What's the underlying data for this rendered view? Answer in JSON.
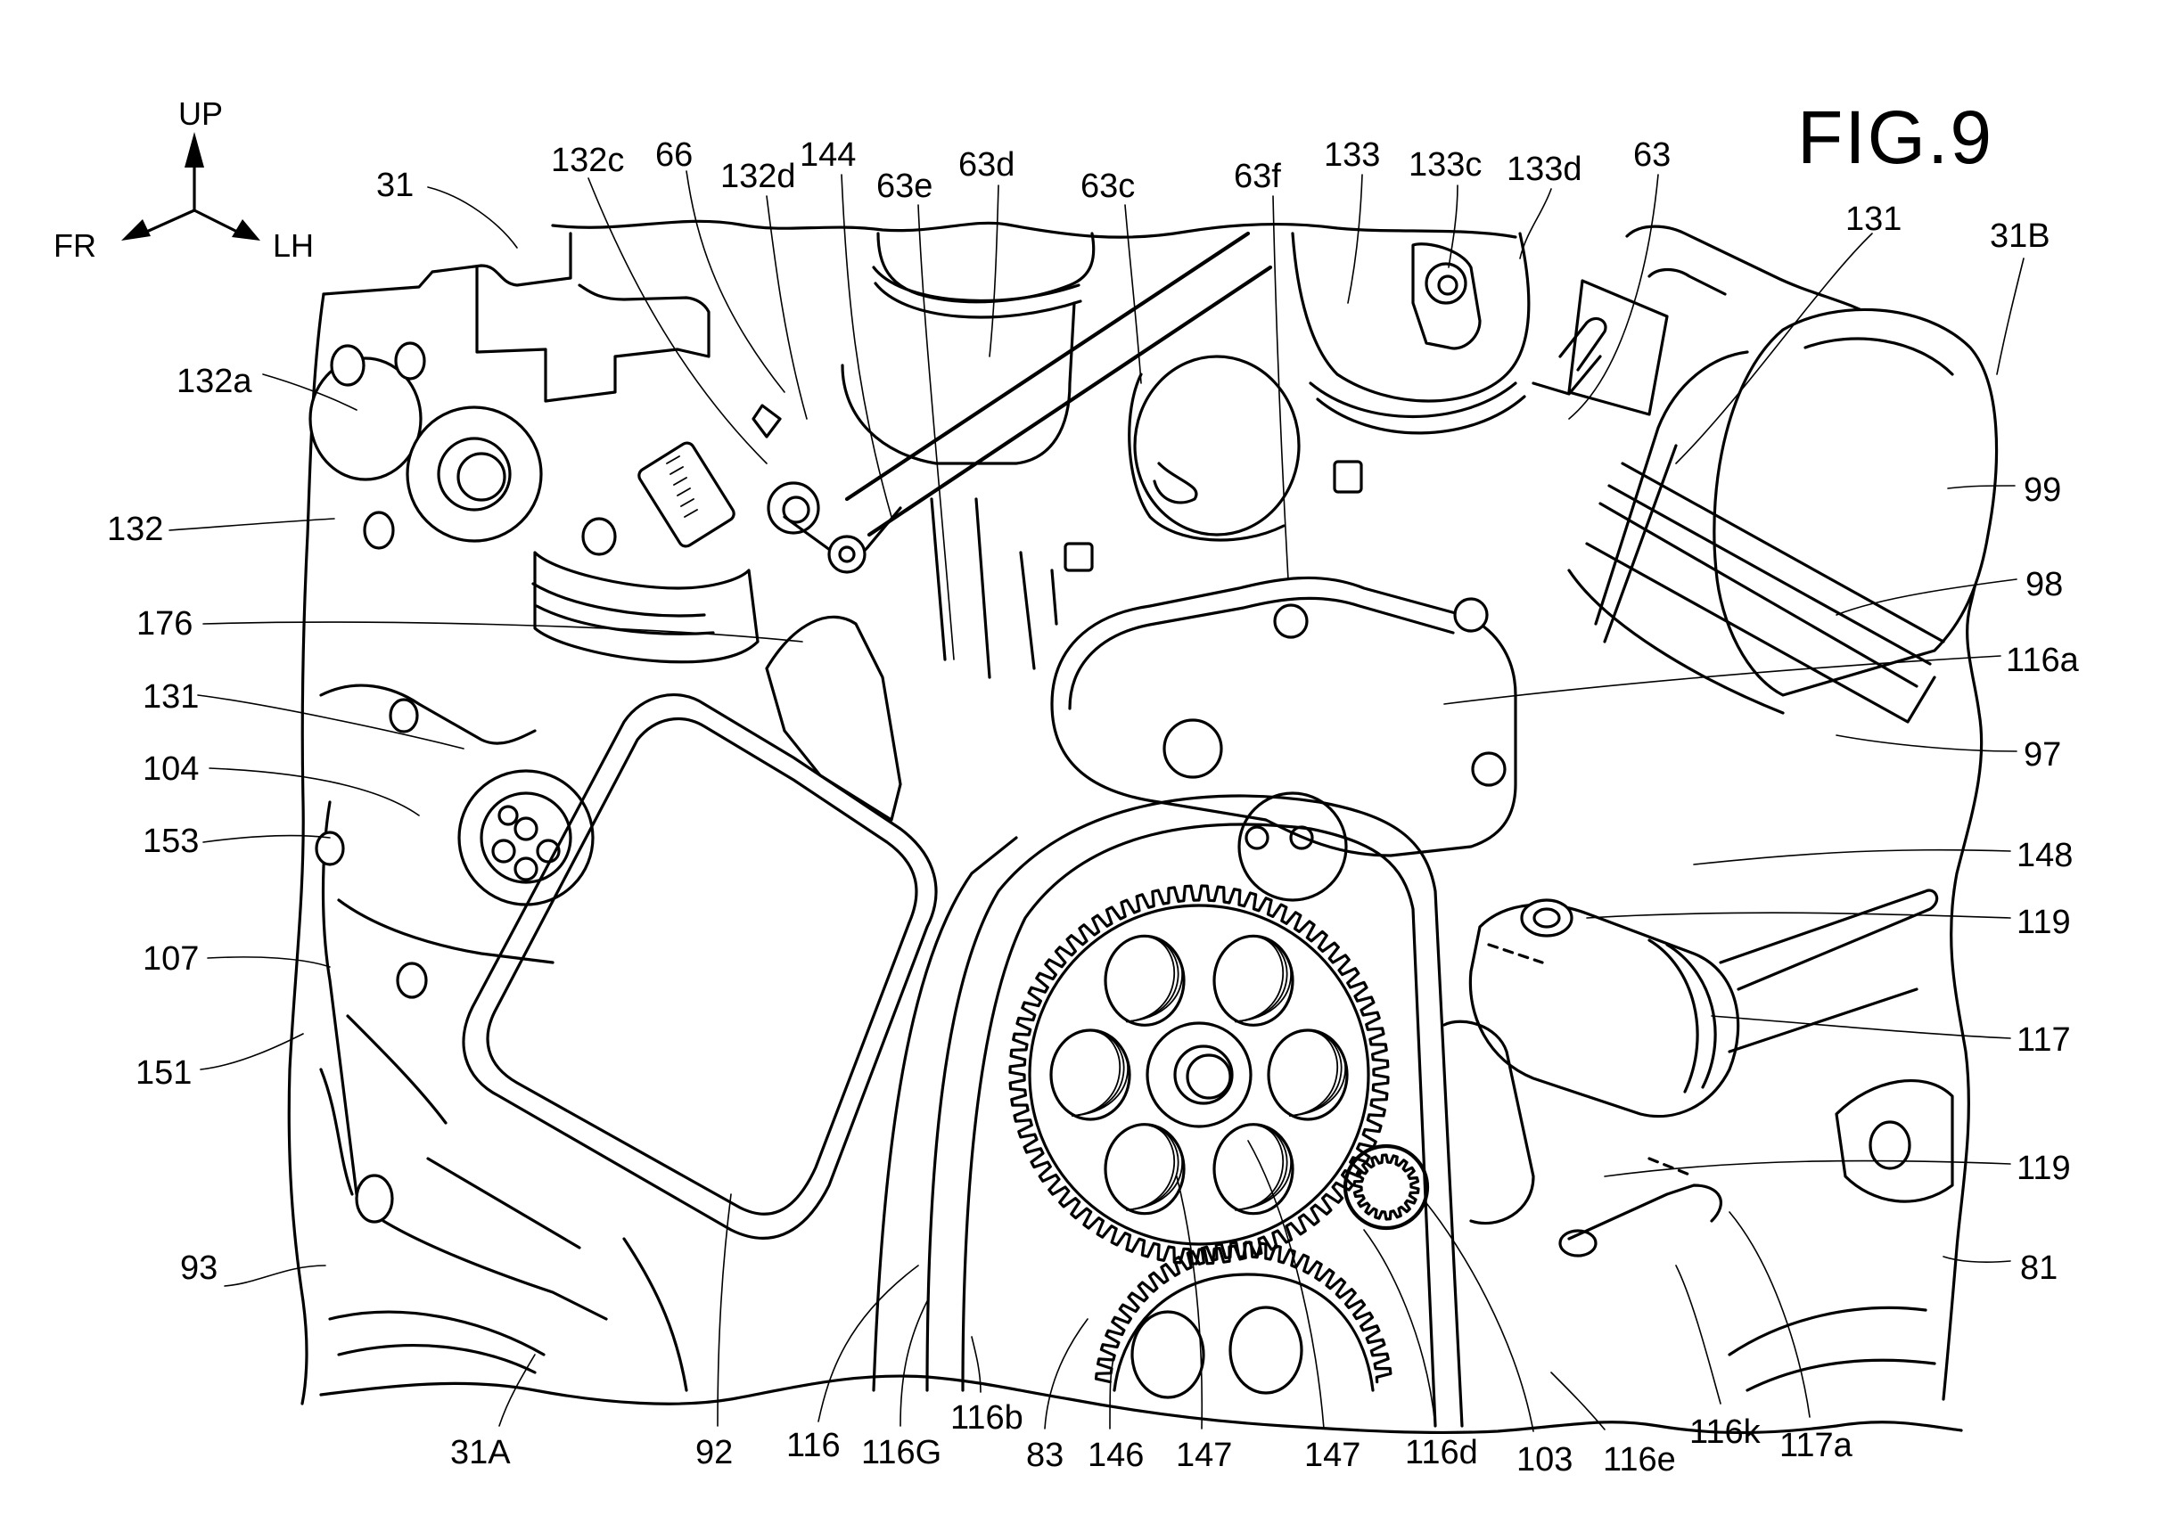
{
  "figure": {
    "title": "FIG.9",
    "subject": "Engine front view with timing gear train, throttle bodies and oil filter"
  },
  "direction_indicator": {
    "up": "UP",
    "front": "FR",
    "left": "LH"
  },
  "labels": {
    "top": [
      {
        "id": "31",
        "text": "31"
      },
      {
        "id": "132c",
        "text": "132c"
      },
      {
        "id": "66",
        "text": "66"
      },
      {
        "id": "132d",
        "text": "132d"
      },
      {
        "id": "144",
        "text": "144"
      },
      {
        "id": "63e",
        "text": "63e"
      },
      {
        "id": "63d",
        "text": "63d"
      },
      {
        "id": "63c",
        "text": "63c"
      },
      {
        "id": "63f",
        "text": "63f"
      },
      {
        "id": "133",
        "text": "133"
      },
      {
        "id": "133c",
        "text": "133c"
      },
      {
        "id": "133d",
        "text": "133d"
      },
      {
        "id": "63",
        "text": "63"
      },
      {
        "id": "131-top",
        "text": "131"
      },
      {
        "id": "31B",
        "text": "31B"
      }
    ],
    "left": [
      {
        "id": "132a",
        "text": "132a"
      },
      {
        "id": "132",
        "text": "132"
      },
      {
        "id": "176",
        "text": "176"
      },
      {
        "id": "131-left",
        "text": "131"
      },
      {
        "id": "104",
        "text": "104"
      },
      {
        "id": "153",
        "text": "153"
      },
      {
        "id": "107",
        "text": "107"
      },
      {
        "id": "151",
        "text": "151"
      },
      {
        "id": "93",
        "text": "93"
      }
    ],
    "right": [
      {
        "id": "99",
        "text": "99"
      },
      {
        "id": "98",
        "text": "98"
      },
      {
        "id": "116a",
        "text": "116a"
      },
      {
        "id": "97",
        "text": "97"
      },
      {
        "id": "148",
        "text": "148"
      },
      {
        "id": "119-upper",
        "text": "119"
      },
      {
        "id": "117",
        "text": "117"
      },
      {
        "id": "119-lower",
        "text": "119"
      },
      {
        "id": "81",
        "text": "81"
      }
    ],
    "bottom": [
      {
        "id": "31A",
        "text": "31A"
      },
      {
        "id": "92",
        "text": "92"
      },
      {
        "id": "116",
        "text": "116"
      },
      {
        "id": "116G",
        "text": "116G"
      },
      {
        "id": "116b",
        "text": "116b"
      },
      {
        "id": "83",
        "text": "83"
      },
      {
        "id": "146",
        "text": "146"
      },
      {
        "id": "147-left",
        "text": "147"
      },
      {
        "id": "147-right",
        "text": "147"
      },
      {
        "id": "116d",
        "text": "116d"
      },
      {
        "id": "103",
        "text": "103"
      },
      {
        "id": "116e",
        "text": "116e"
      },
      {
        "id": "116k",
        "text": "116k"
      },
      {
        "id": "117a",
        "text": "117a"
      }
    ]
  }
}
